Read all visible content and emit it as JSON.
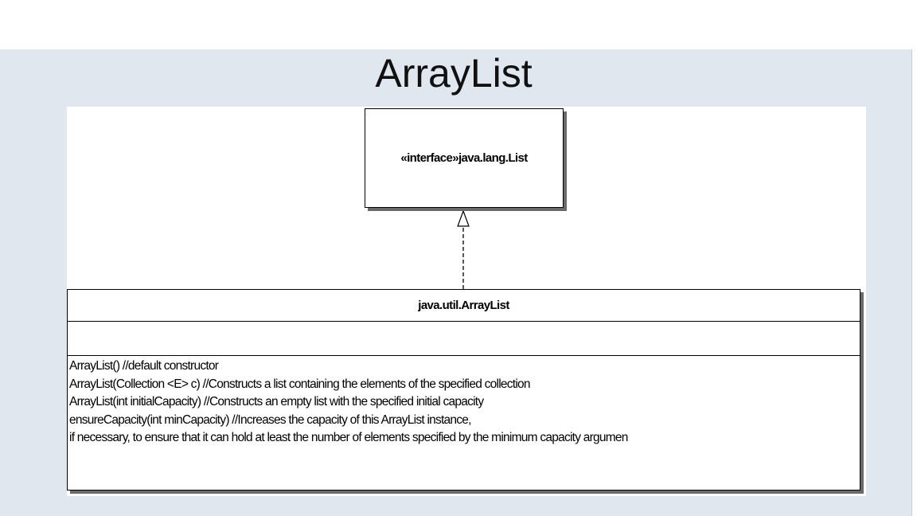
{
  "slide": {
    "title": "ArrayList"
  },
  "diagram": {
    "interface_box": {
      "label": "«interface»java.lang.List"
    },
    "class_box": {
      "name": "java.util.ArrayList",
      "attributes": [],
      "operations": [
        "ArrayList() //default constructor",
        "ArrayList(Collection <E> c) //Constructs a list containing the elements of the specified collection",
        "ArrayList(int initialCapacity) //Constructs an empty list with the specified initial capacity",
        "ensureCapacity(int minCapacity) //Increases the capacity of this ArrayList instance,",
        "if necessary, to ensure that it can hold at least the number of elements specified by the minimum capacity argumen"
      ]
    },
    "relationship": "realization"
  }
}
